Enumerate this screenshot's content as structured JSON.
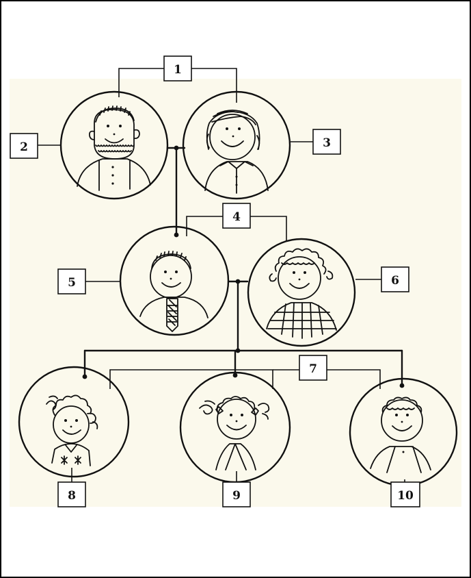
{
  "labels": {
    "l1": "1",
    "l2": "2",
    "l3": "3",
    "l4": "4",
    "l5": "5",
    "l6": "6",
    "l7": "7",
    "l8": "8",
    "l9": "9",
    "l10": "10"
  },
  "colors": {
    "paper": "#fbf9ec",
    "ink": "#111111",
    "frame": "#000000"
  }
}
